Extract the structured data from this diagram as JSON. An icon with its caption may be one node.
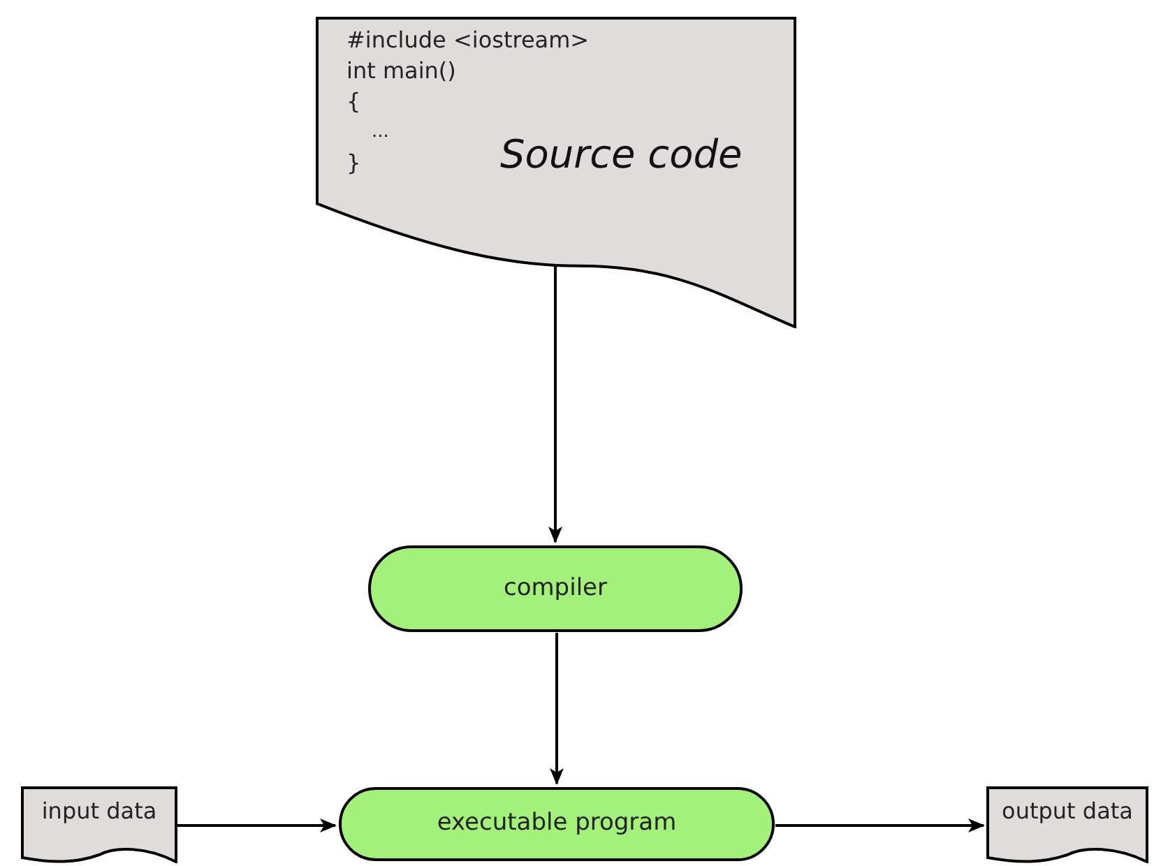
{
  "diagram": {
    "nodes": [
      {
        "text": [
          "#include <iostream>",
          "int main()",
          "{",
          "...",
          "}",
          "Source code"
        ]
      },
      {
        "text": [
          "compiler"
        ]
      },
      {
        "text": [
          "executable program"
        ]
      },
      {
        "text": [
          "input data"
        ]
      },
      {
        "text": [
          "output data"
        ]
      }
    ],
    "edges": [
      {
        "from": 0,
        "to": 1,
        "arrow": "to"
      },
      {
        "from": 1,
        "to": 2,
        "arrow": "to"
      },
      {
        "from": 3,
        "to": 2,
        "arrow": "to"
      },
      {
        "from": 2,
        "to": 4,
        "arrow": "to"
      }
    ]
  }
}
